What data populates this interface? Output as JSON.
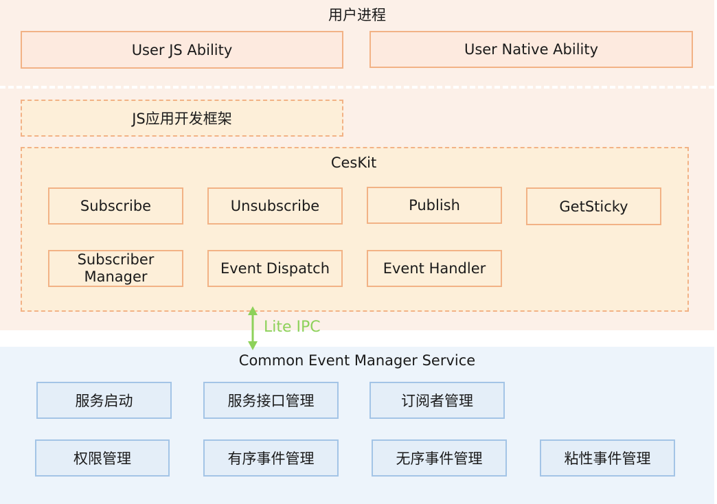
{
  "user_process": {
    "title": "用户进程",
    "abilities": [
      "User JS Ability",
      "User Native Ability"
    ],
    "framework": "JS应用开发框架",
    "ceskit": {
      "title": "CesKit",
      "row1": [
        "Subscribe",
        "Unsubscribe",
        "Publish",
        "GetSticky"
      ],
      "row2": [
        "Subscriber\nManager",
        "Event Dispatch",
        "Event Handler"
      ]
    }
  },
  "ipc": {
    "label": "Lite IPC",
    "color": "#8dd15a"
  },
  "service": {
    "title": "Common Event Manager Service",
    "row1": [
      "服务启动",
      "服务接口管理",
      "订阅者管理"
    ],
    "row2": [
      "权限管理",
      "有序事件管理",
      "无序事件管理",
      "粘性事件管理"
    ]
  },
  "colors": {
    "user_process_bg": "#fcf0e8",
    "service_bg": "#edf4fb",
    "orange_border": "#f2b285",
    "blue_border": "#a3c4e6"
  }
}
